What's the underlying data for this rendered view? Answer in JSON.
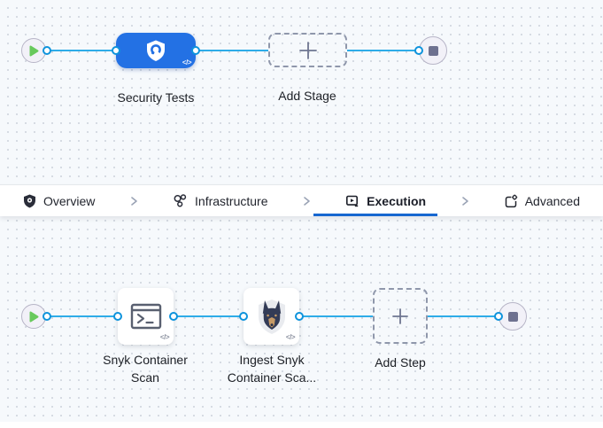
{
  "pipeline": {
    "code_badge": "</>",
    "stage_flow": {
      "stages": [
        {
          "label": "Security Tests",
          "icon": "security-shield-icon"
        }
      ],
      "add_label": "Add Stage"
    },
    "tab_bar": {
      "tabs": [
        {
          "label": "Overview",
          "icon": "shield-gear-icon",
          "active": false
        },
        {
          "label": "Infrastructure",
          "icon": "cluster-nodes-icon",
          "active": false
        },
        {
          "label": "Execution",
          "icon": "run-play-icon",
          "active": true
        },
        {
          "label": "Advanced",
          "icon": "doc-gear-icon",
          "active": false
        }
      ]
    },
    "step_flow": {
      "steps": [
        {
          "label": "Snyk Container Scan",
          "icon": "terminal-icon"
        },
        {
          "label": "Ingest Snyk Container Sca...",
          "icon": "snyk-dog-icon"
        }
      ],
      "add_label": "Add Step"
    }
  },
  "colors": {
    "canvas_background": "#f6f9fc",
    "edge_blue": "#2eace8",
    "connector_ring_blue": "#0e93dc",
    "stage_node_blue": "#2371e4",
    "active_tab_underline": "#1667d0",
    "start_play_green": "#68c95c",
    "end_square_gray": "#6e7190"
  }
}
